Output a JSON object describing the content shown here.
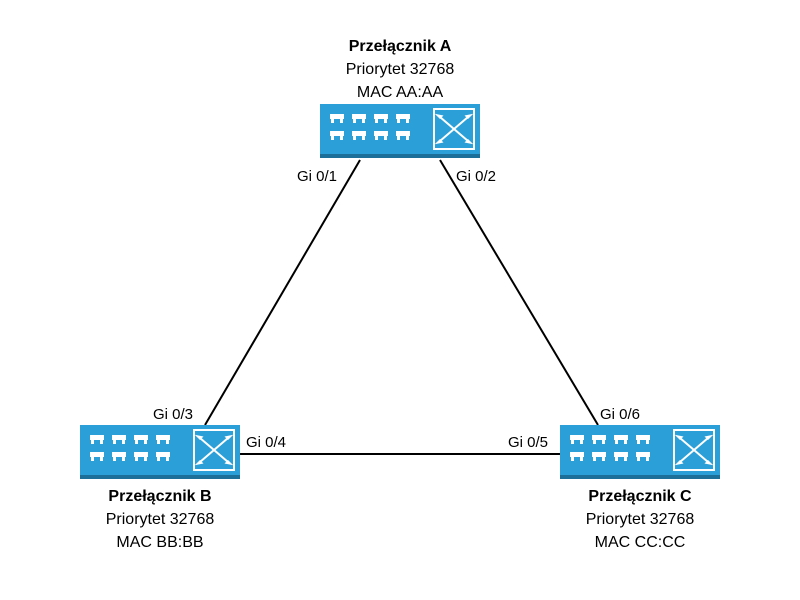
{
  "switches": [
    {
      "id": "A",
      "name": "Przełącznik A",
      "priority": "Priorytet 32768",
      "mac": "MAC AA:AA",
      "icon": "network-switch-icon"
    },
    {
      "id": "B",
      "name": "Przełącznik B",
      "priority": "Priorytet 32768",
      "mac": "MAC BB:BB",
      "icon": "network-switch-icon"
    },
    {
      "id": "C",
      "name": "Przełącznik C",
      "priority": "Priorytet 32768",
      "mac": "MAC CC:CC",
      "icon": "network-switch-icon"
    }
  ],
  "ports": {
    "a_gi01": "Gi 0/1",
    "a_gi02": "Gi 0/2",
    "b_gi03": "Gi 0/3",
    "b_gi04": "Gi 0/4",
    "c_gi05": "Gi 0/5",
    "c_gi06": "Gi 0/6"
  },
  "links": [
    {
      "from": "A",
      "from_port": "Gi 0/1",
      "to": "B",
      "to_port": "Gi 0/3"
    },
    {
      "from": "A",
      "from_port": "Gi 0/2",
      "to": "C",
      "to_port": "Gi 0/6"
    },
    {
      "from": "B",
      "from_port": "Gi 0/4",
      "to": "C",
      "to_port": "Gi 0/5"
    }
  ],
  "colors": {
    "switch_body": "#2a9fd8",
    "switch_shadow": "#1b6f99",
    "glyph": "#ffffff",
    "link": "#000000"
  }
}
